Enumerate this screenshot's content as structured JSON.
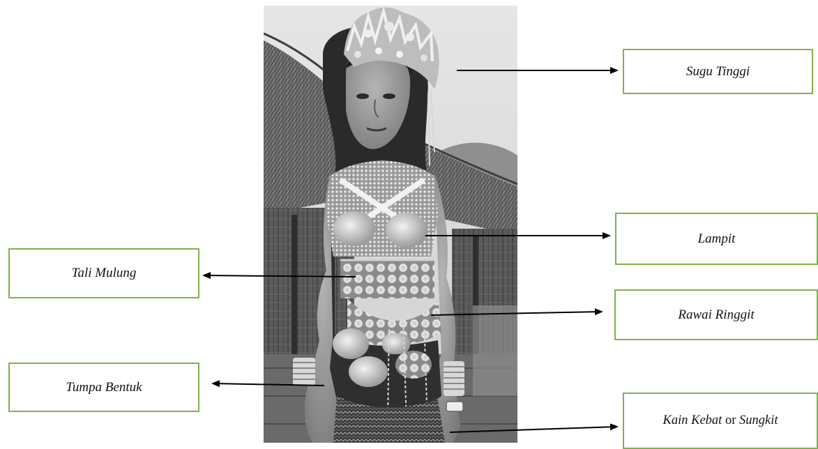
{
  "labels": {
    "sugu_tinggi": "Sugu Tinggi",
    "lampit": "Lampit",
    "tali_mulung": "Tali Mulung",
    "rawai_ringgit": "Rawai Ringgit",
    "tumpa_bentuk": "Tumpa Bentuk",
    "kain_kebat": "Kain Kebat",
    "or_word": "or",
    "sungkit": "Sungkit"
  },
  "colors": {
    "box_border": "#7fb24a",
    "arrow": "#000000",
    "photo_tone": "grayscale"
  }
}
